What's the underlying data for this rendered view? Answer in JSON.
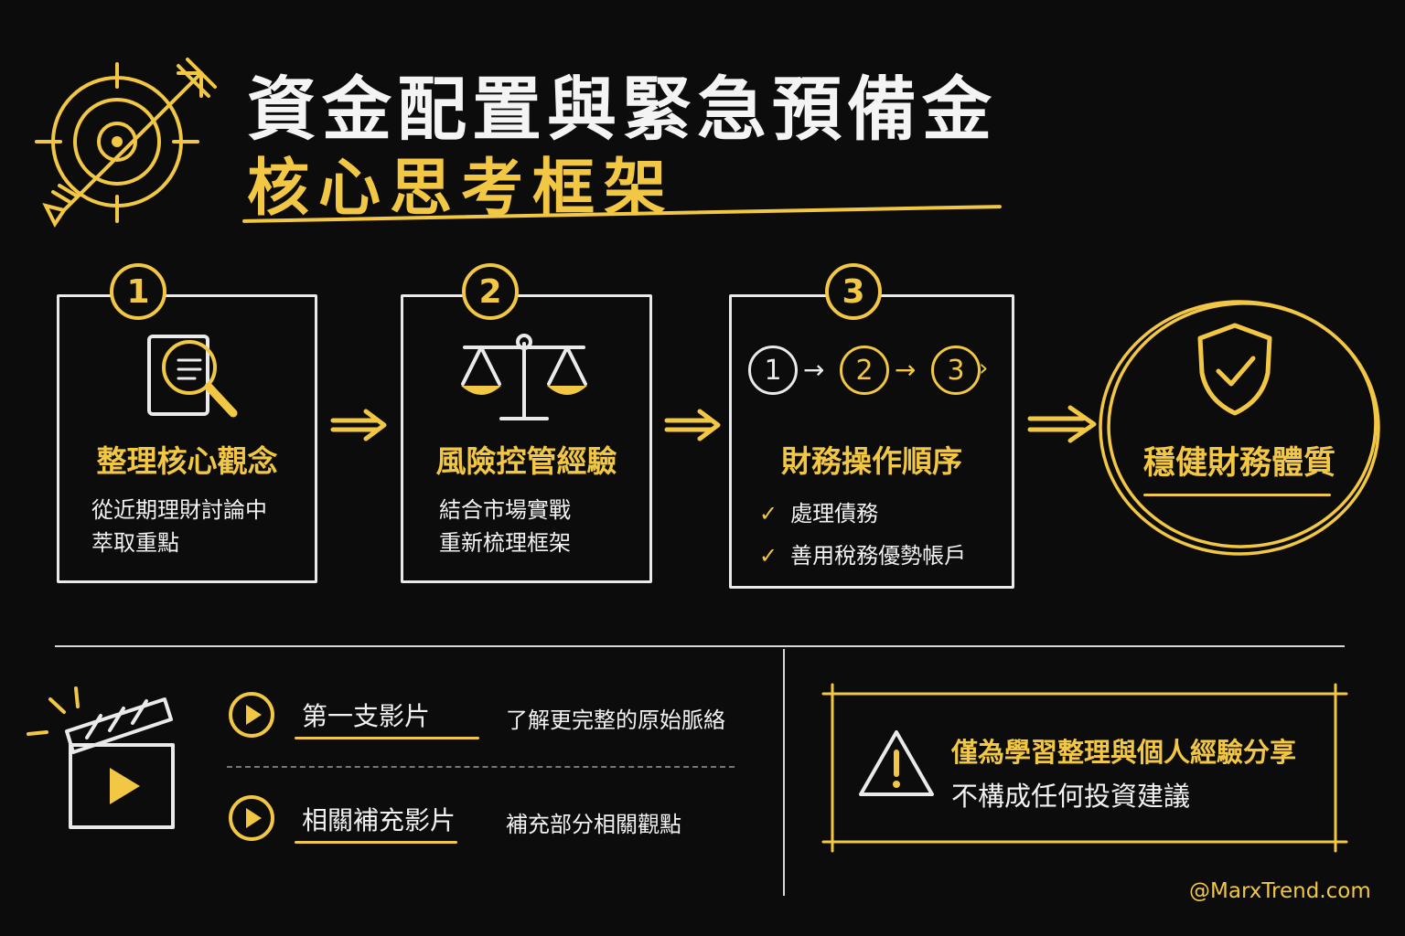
{
  "header": {
    "title_line1": "資金配置與緊急預備金",
    "title_line2": "核心思考框架"
  },
  "steps": [
    {
      "number": "1",
      "title": "整理核心觀念",
      "lines": [
        "從近期理財討論中",
        "萃取重點"
      ]
    },
    {
      "number": "2",
      "title": "風險控管經驗",
      "lines": [
        "結合市場實戰",
        "重新梳理框架"
      ]
    },
    {
      "number": "3",
      "title": "財務操作順序",
      "mini_flow": [
        "1",
        "2",
        "3"
      ],
      "checks": [
        "處理債務",
        "善用稅務優勢帳戶"
      ]
    }
  ],
  "result": {
    "title": "穩健財務體質"
  },
  "videos": [
    {
      "label": "第一支影片",
      "desc": "了解更完整的原始脈絡"
    },
    {
      "label": "相關補充影片",
      "desc": "補充部分相關觀點"
    }
  ],
  "disclaimer": {
    "line1": "僅為學習整理與個人經驗分享",
    "line2": "不構成任何投資建議"
  },
  "footer": {
    "handle": "@MarxTrend.com"
  },
  "icons": {
    "target": "target-arrow-icon",
    "step1": "document-magnifier-icon",
    "step2": "balance-scale-icon",
    "result": "shield-check-icon",
    "clapper": "clapperboard-icon",
    "warning": "warning-triangle-icon"
  },
  "colors": {
    "accent": "#f2c744",
    "background": "#0c0c0c",
    "chalk": "#eaeaea"
  }
}
